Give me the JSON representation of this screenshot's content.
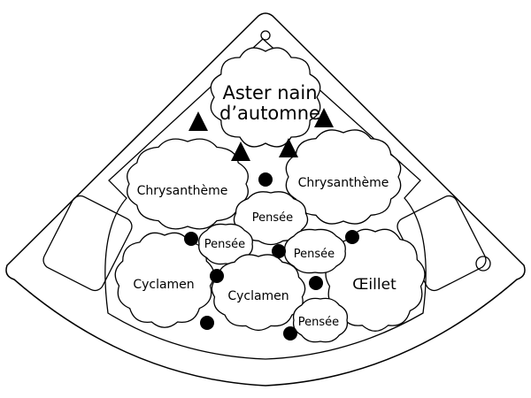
{
  "labels": {
    "aster_line1": "Aster nain",
    "aster_line2": "d’automne",
    "chrysantheme": "Chrysanthème",
    "pensee": "Pensée",
    "cyclamen": "Cyclamen",
    "oeillet": "Œillet"
  },
  "icons": {
    "triangle": "triangle-marker-icon",
    "dot": "dot-marker-icon"
  },
  "colors": {
    "ink": "#000000",
    "paper": "#ffffff"
  }
}
